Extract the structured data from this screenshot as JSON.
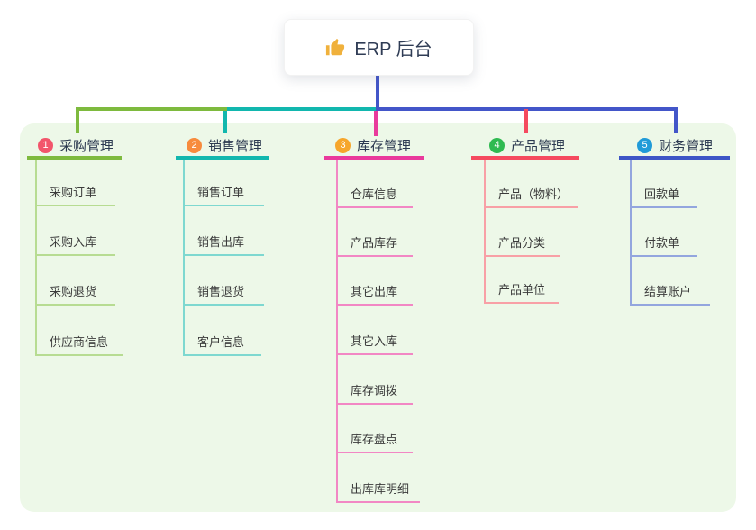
{
  "root": {
    "title": "ERP 后台",
    "icon": "thumbs-up-icon",
    "icon_color": "#f0b13c",
    "text_color": "#2f3c55"
  },
  "colors": {
    "page_background": "#ffffff",
    "board_background": "#edf8e8",
    "root_connector": "#4356c9"
  },
  "branches": [
    {
      "number": "1",
      "label": "采购管理",
      "badge_color": "#f2556b",
      "line_color": "#7eba3e",
      "child_line_color": "#b7dc92",
      "items": [
        "采购订单",
        "采购入库",
        "采购退货",
        "供应商信息"
      ]
    },
    {
      "number": "2",
      "label": "销售管理",
      "badge_color": "#f78b3d",
      "line_color": "#12b7ae",
      "child_line_color": "#7ed8d0",
      "items": [
        "销售订单",
        "销售出库",
        "销售退货",
        "客户信息"
      ]
    },
    {
      "number": "3",
      "label": "库存管理",
      "badge_color": "#f6a62b",
      "line_color": "#e93a9c",
      "child_line_color": "#f287c4",
      "items": [
        "仓库信息",
        "产品库存",
        "其它出库",
        "其它入库",
        "库存调拨",
        "库存盘点",
        "出库库明细"
      ]
    },
    {
      "number": "4",
      "label": "产品管理",
      "badge_color": "#2fba51",
      "line_color": "#f54a5f",
      "child_line_color": "#f8a0a6",
      "items": [
        "产品（物料）",
        "产品分类",
        "产品单位"
      ]
    },
    {
      "number": "5",
      "label": "财务管理",
      "badge_color": "#209bd8",
      "line_color": "#3d55c6",
      "child_line_color": "#93a6de",
      "items": [
        "回款单",
        "付款单",
        "结算账户"
      ]
    }
  ]
}
